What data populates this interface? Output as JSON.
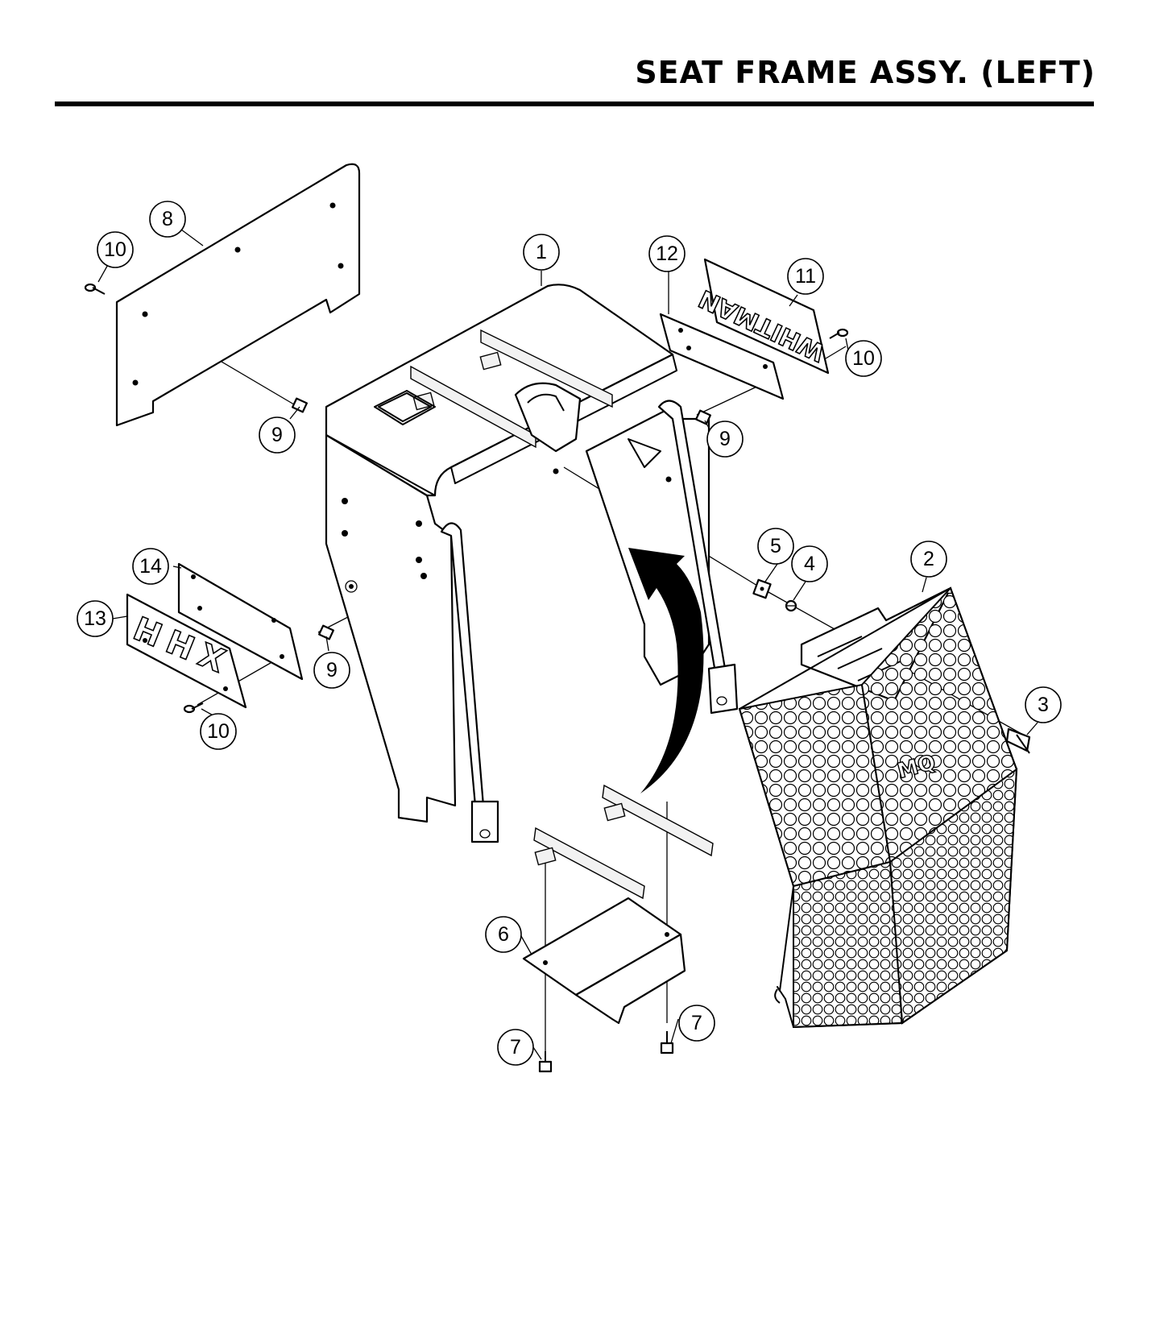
{
  "header": {
    "title": "SEAT FRAME ASSY. (LEFT)"
  },
  "panels": {
    "panel_11_text": "WHITMAN",
    "panel_13_text": "HHX",
    "grille_logo_text": "MQ"
  },
  "callouts": [
    {
      "id": "c1",
      "label": "1"
    },
    {
      "id": "c2",
      "label": "2"
    },
    {
      "id": "c3",
      "label": "3"
    },
    {
      "id": "c4",
      "label": "4"
    },
    {
      "id": "c5",
      "label": "5"
    },
    {
      "id": "c6",
      "label": "6"
    },
    {
      "id": "c7a",
      "label": "7"
    },
    {
      "id": "c7b",
      "label": "7"
    },
    {
      "id": "c8",
      "label": "8"
    },
    {
      "id": "c9a",
      "label": "9"
    },
    {
      "id": "c9b",
      "label": "9"
    },
    {
      "id": "c9c",
      "label": "9"
    },
    {
      "id": "c10a",
      "label": "10"
    },
    {
      "id": "c10b",
      "label": "10"
    },
    {
      "id": "c10c",
      "label": "10"
    },
    {
      "id": "c11",
      "label": "11"
    },
    {
      "id": "c12",
      "label": "12"
    },
    {
      "id": "c13",
      "label": "13"
    },
    {
      "id": "c14",
      "label": "14"
    }
  ]
}
